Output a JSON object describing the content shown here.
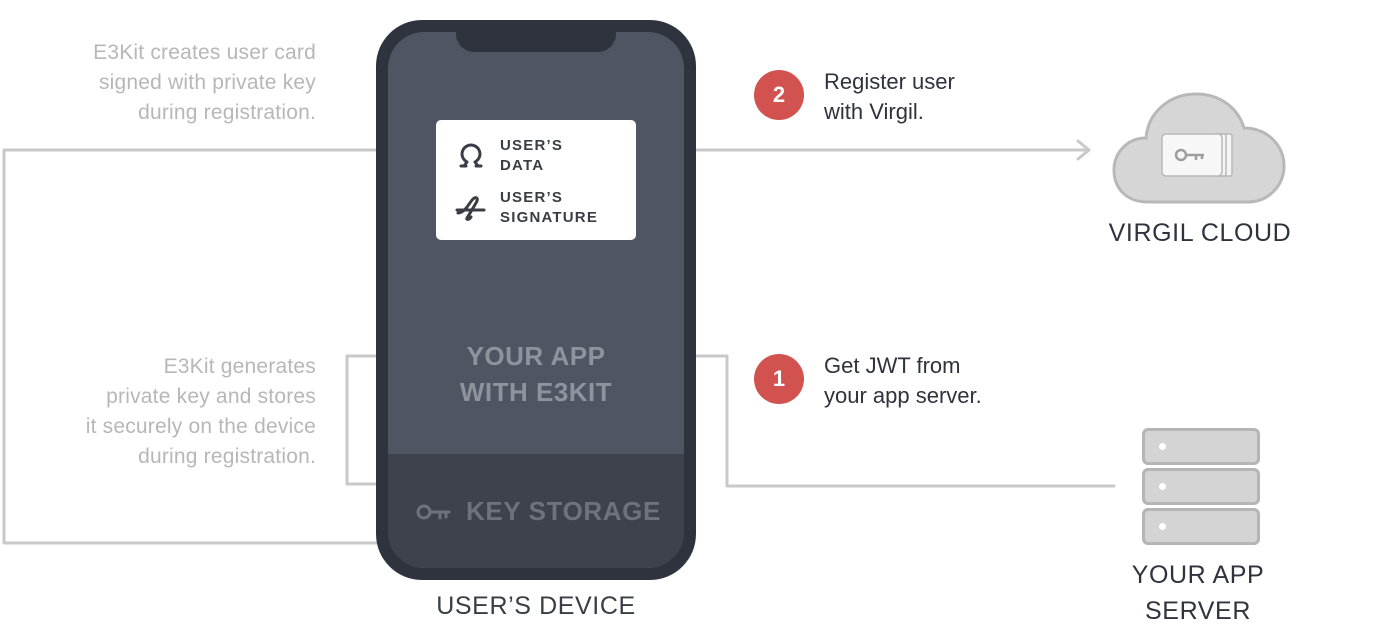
{
  "notes": {
    "registration_card": "E3Kit creates user card\nsigned with private key\nduring registration.",
    "private_key": "E3Kit generates\nprivate key and stores\nit securely on the device\nduring registration."
  },
  "phone": {
    "card": {
      "data_label": "USER’S\nDATA",
      "signature_label": "USER’S\nSIGNATURE"
    },
    "app_title": "YOUR APP\nWITH E3KIT",
    "key_storage": "KEY STORAGE",
    "device_label": "USER’S DEVICE"
  },
  "steps": [
    {
      "number": "2",
      "text": "Register user\nwith Virgil."
    },
    {
      "number": "1",
      "text": "Get JWT from\nyour app server."
    }
  ],
  "cloud": {
    "label": "VIRGIL CLOUD",
    "icon": "key-icon"
  },
  "server": {
    "label": "YOUR APP\nSERVER",
    "icon": "server-icon"
  },
  "colors": {
    "phone_body": "#2f333d",
    "screen": "#4f5563",
    "key_storage_area": "#3d424d",
    "step_badge": "#d1524f",
    "connector": "#c8c8c8",
    "note_text": "#b7b7b7"
  }
}
